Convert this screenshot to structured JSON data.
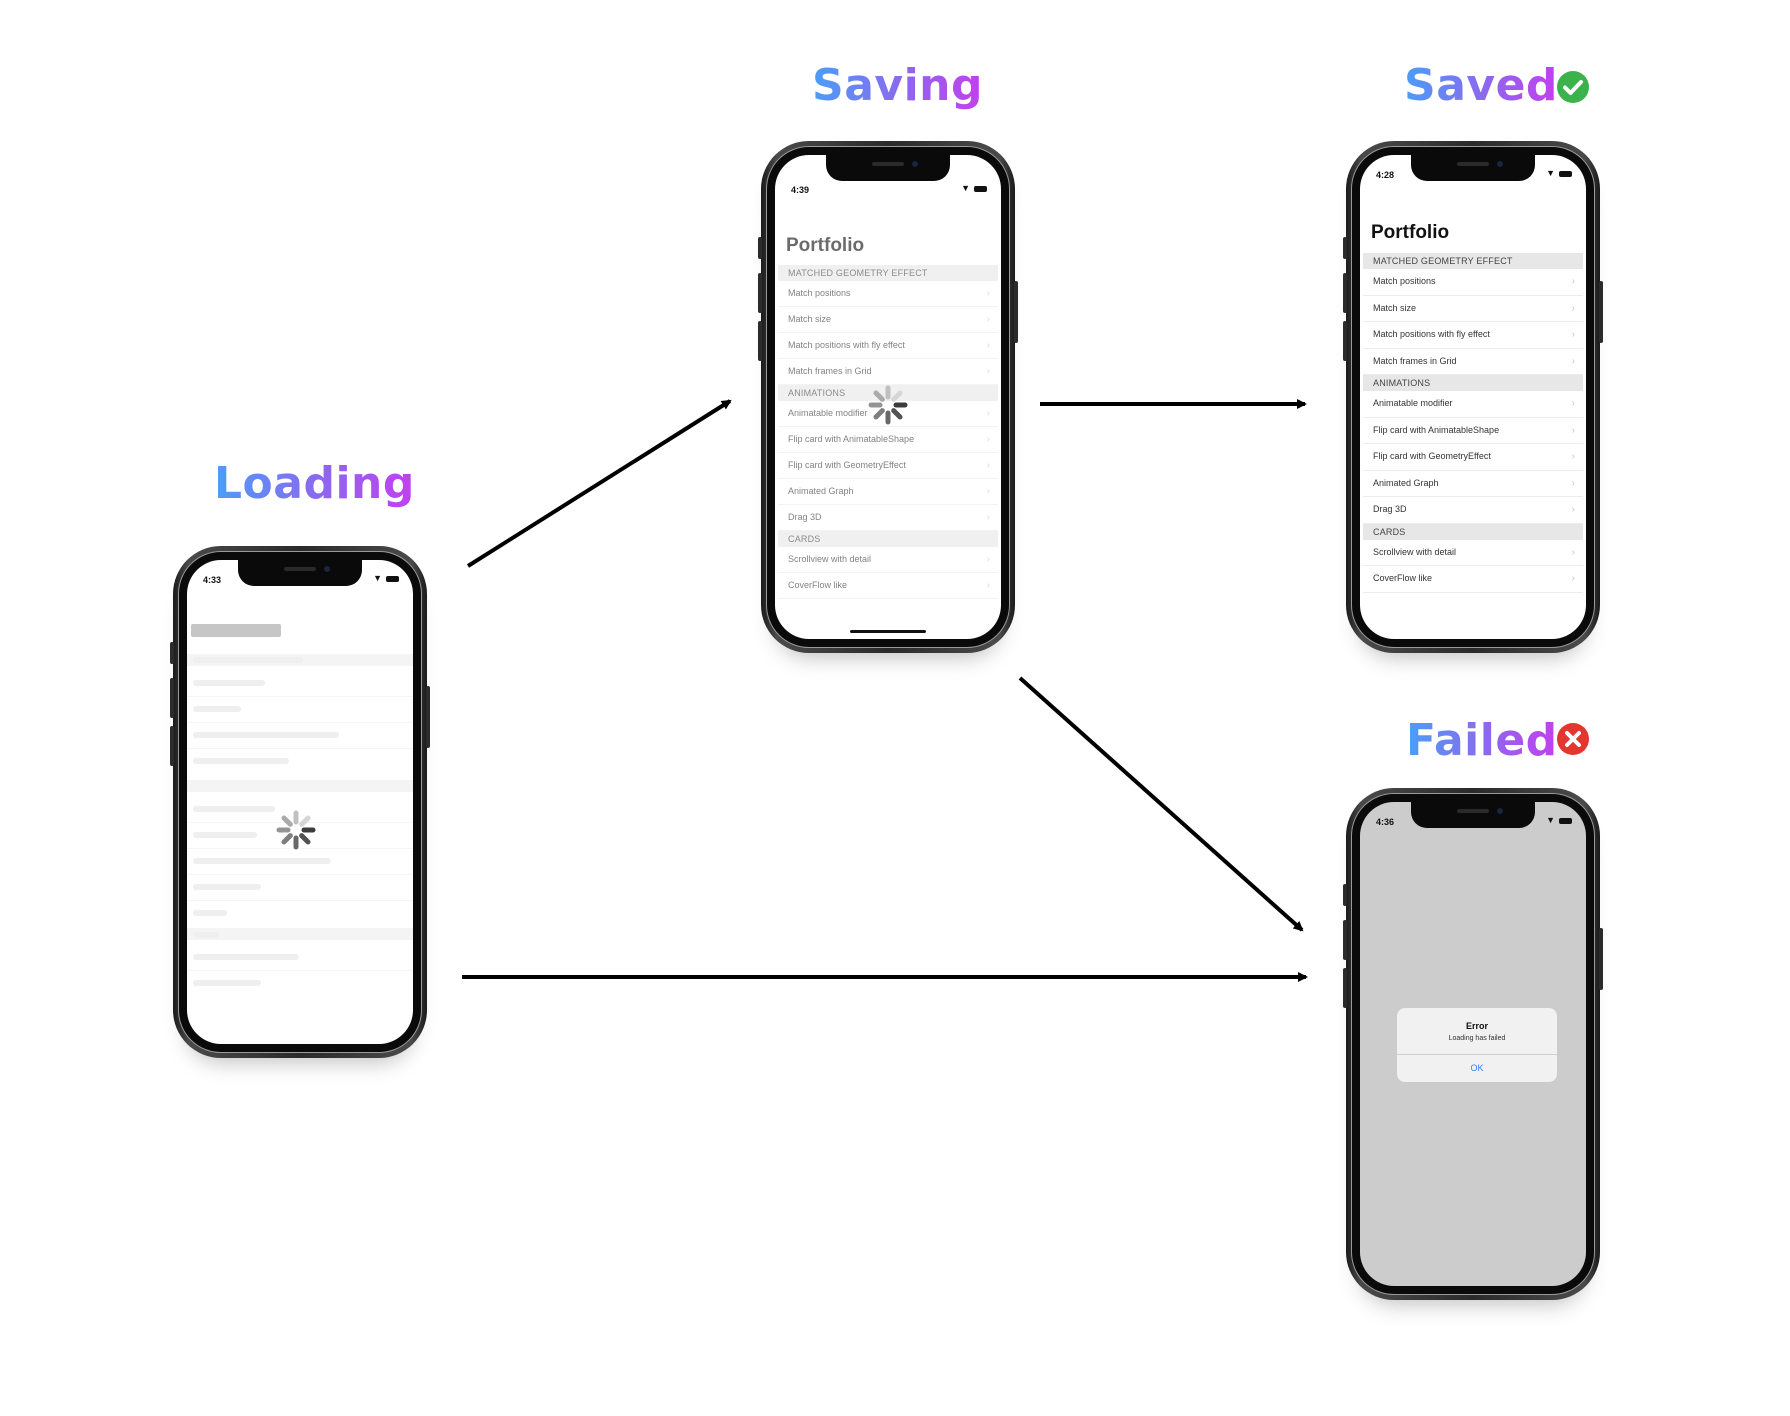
{
  "states": {
    "loading": {
      "title": "Loading",
      "time": "4:33"
    },
    "saving": {
      "title": "Saving",
      "time": "4:39"
    },
    "saved": {
      "title": "Saved",
      "time": "4:28",
      "status": "success",
      "status_color": "#3bb34a"
    },
    "failed": {
      "title": "Failed",
      "time": "4:36",
      "status": "error",
      "status_color": "#e2362f"
    }
  },
  "portfolio": {
    "title": "Portfolio",
    "sections": [
      {
        "header": "MATCHED GEOMETRY EFFECT",
        "items": [
          "Match positions",
          "Match size",
          "Match positions with fly effect",
          "Match frames in Grid"
        ]
      },
      {
        "header": "ANIMATIONS",
        "items": [
          "Animatable modifier",
          "Flip card with AnimatableShape",
          "Flip card with GeometryEffect",
          "Animated Graph",
          "Drag 3D"
        ]
      },
      {
        "header": "CARDS",
        "items": [
          "Scrollview with detail",
          "CoverFlow like"
        ]
      }
    ]
  },
  "alert": {
    "title": "Error",
    "message": "Loading has failed",
    "button": "OK"
  },
  "icons": {
    "status_bar": [
      "wifi-icon",
      "battery-icon"
    ],
    "row": "chevron-right-icon",
    "spinner": "activity-spinner-icon"
  }
}
